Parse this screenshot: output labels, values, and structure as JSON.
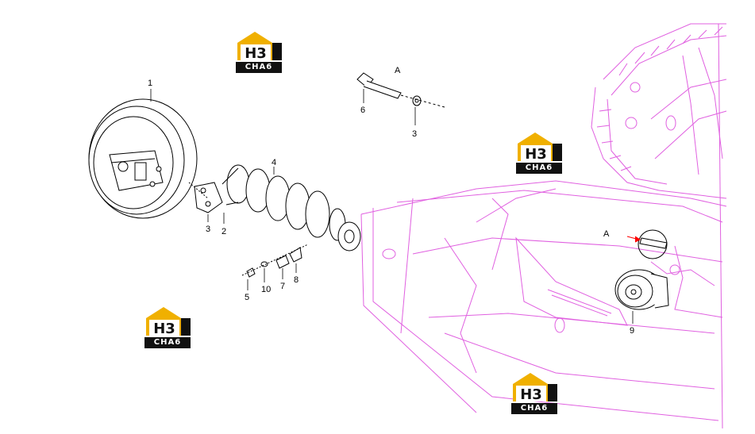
{
  "colors": {
    "frame": "#e060e0",
    "line": "#000000",
    "logo_gold": "#f0b000",
    "logo_dark": "#111111"
  },
  "labels": {
    "p1": "1",
    "p2": "2",
    "p3a": "3",
    "p3b": "3",
    "p4": "4",
    "p5": "5",
    "p6": "6",
    "p7": "7",
    "p8": "8",
    "p9": "9",
    "p10": "10",
    "view_a_top": "A",
    "view_a_arrow": "A"
  },
  "logo": {
    "mark": "H3",
    "text": "CHA6"
  }
}
